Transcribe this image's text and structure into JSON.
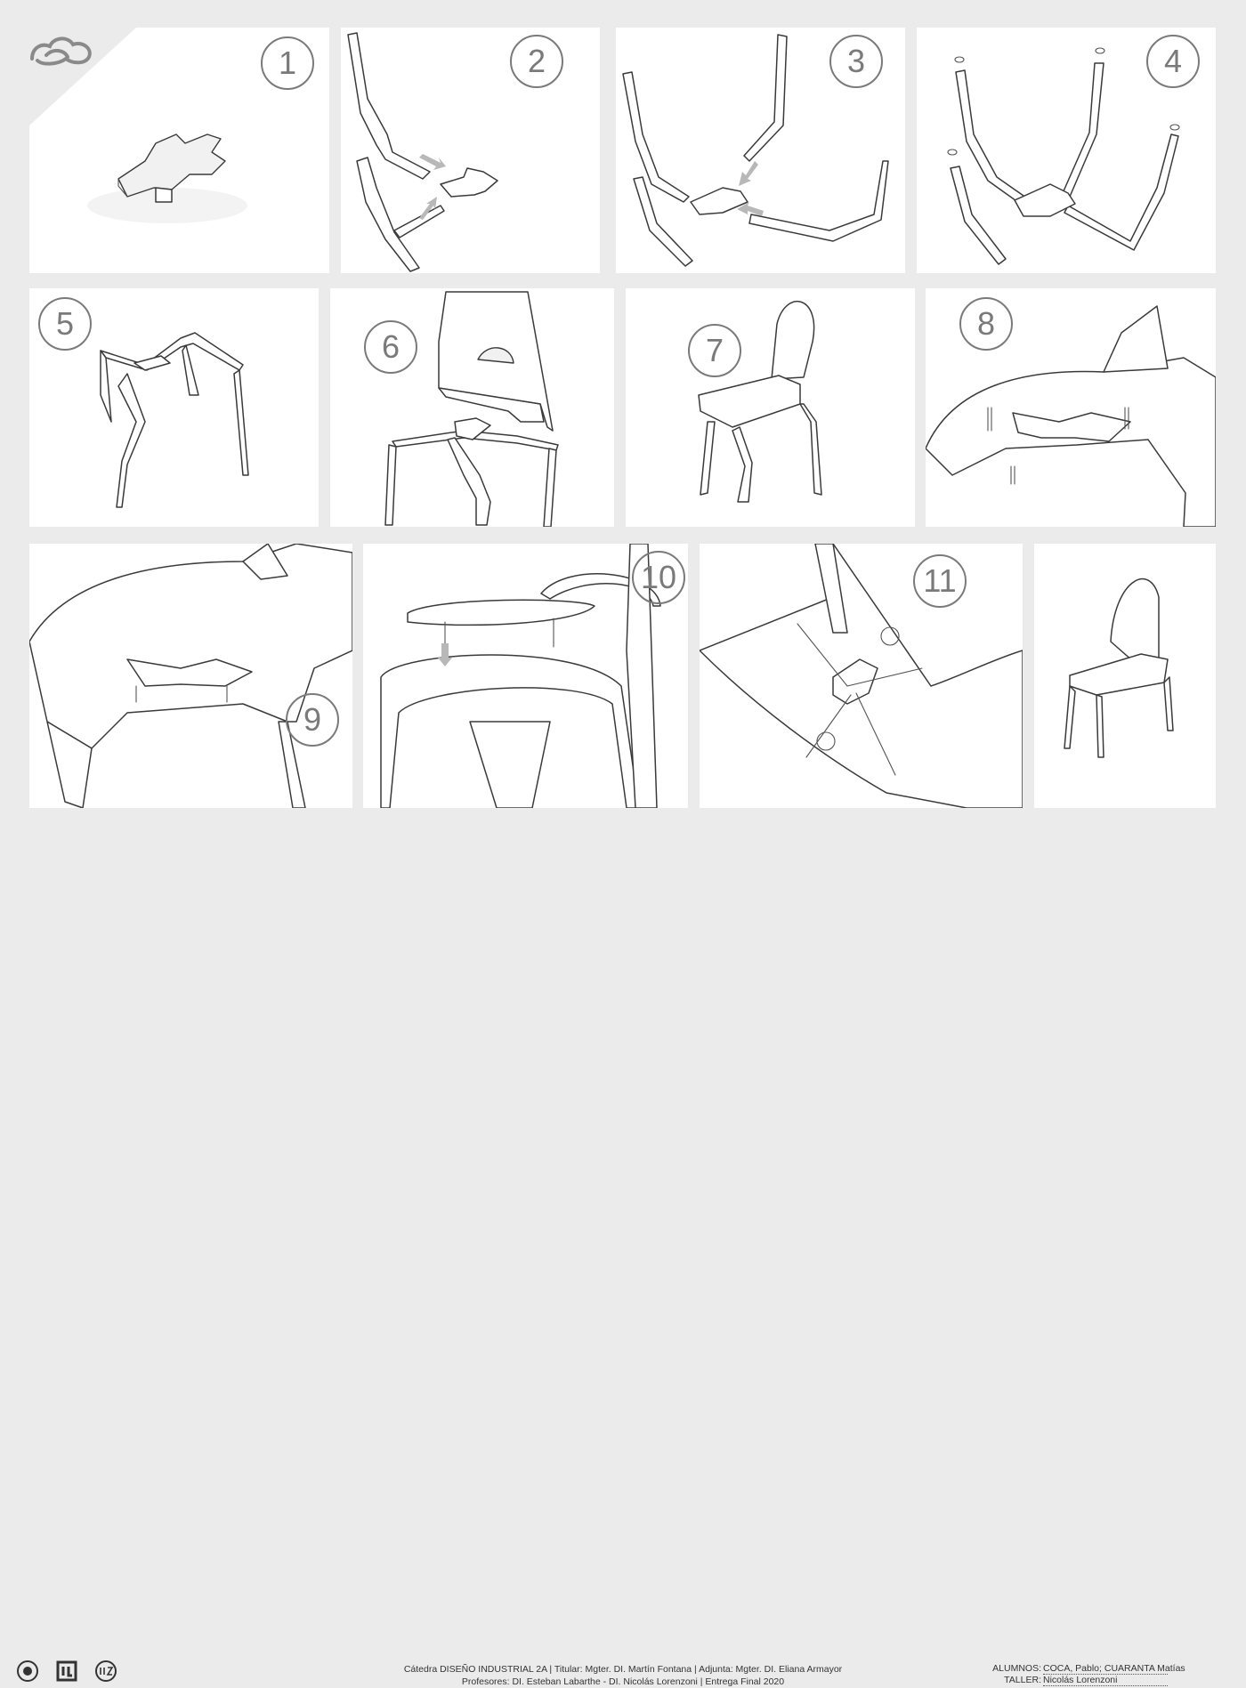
{
  "steps": {
    "s1": "1",
    "s2": "2",
    "s3": "3",
    "s4": "4",
    "s5": "5",
    "s6": "6",
    "s7": "7",
    "s8": "8",
    "s9": "9",
    "s10": "10",
    "s11": "11"
  },
  "footer": {
    "line1": "Cátedra DISEÑO INDUSTRIAL 2A | Titular: Mgter. DI. Martín Fontana | Adjunta: Mgter. DI. Eliana Armayor",
    "line2": "Profesores: DI. Esteban Labarthe - DI. Nicolás Lorenzoni | Entrega Final 2020",
    "students_label": "ALUMNOS:",
    "students_value": "COCA, Pablo; CUARANTA Matías",
    "workshop_label": "TALLER:",
    "workshop_value": "Nicolás Lorenzoni"
  },
  "colors": {
    "background": "#ebebeb",
    "panel": "#ffffff",
    "outline": "#3a3a3a",
    "number": "#7a7a7a"
  },
  "icons": [
    "brand-logo-icon",
    "university-seal-icon",
    "faculty-logo-icon",
    "diz-logo-icon"
  ]
}
